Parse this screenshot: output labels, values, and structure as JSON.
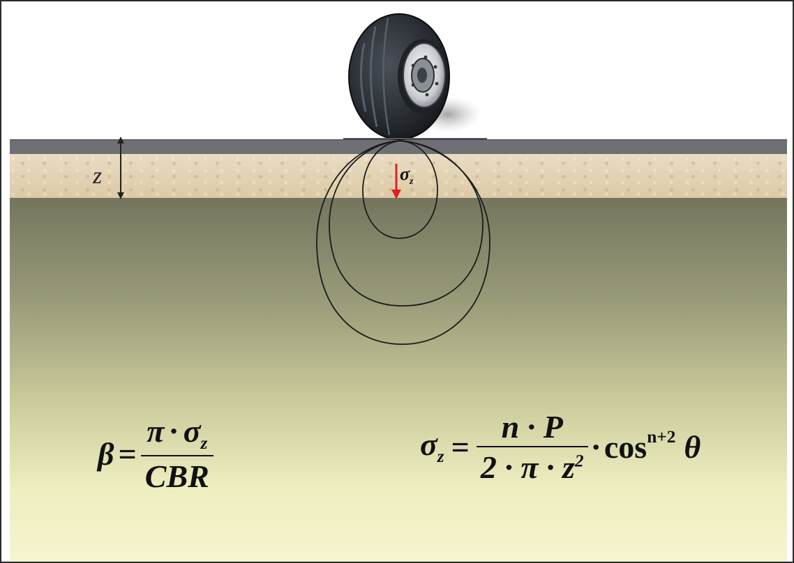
{
  "labels": {
    "depth_symbol": "z",
    "stress_symbol": "σ",
    "stress_subscript": "z"
  },
  "formula_beta": {
    "lhs": "β",
    "equals": "=",
    "numerator_pi": "π",
    "numerator_dot": "·",
    "numerator_sigma": "σ",
    "numerator_sub": "z",
    "denominator": "CBR"
  },
  "formula_sigma": {
    "lhs_symbol": "σ",
    "lhs_sub": "z",
    "equals": "=",
    "numerator": "n · P",
    "denominator_main": "2 · π · z",
    "denominator_sup": "2",
    "dot": "·",
    "cos": "cos",
    "exponent": "n+2",
    "angle": "θ"
  },
  "icons": {
    "wheel": "aircraft-tire-icon",
    "arrow": "stress-arrow-icon"
  },
  "colors": {
    "pavement": "#6e7075",
    "base": "#dccaa6",
    "subgrade_top": "#75755f",
    "subgrade_bottom": "#f6f5cf",
    "arrow": "#e02020"
  }
}
